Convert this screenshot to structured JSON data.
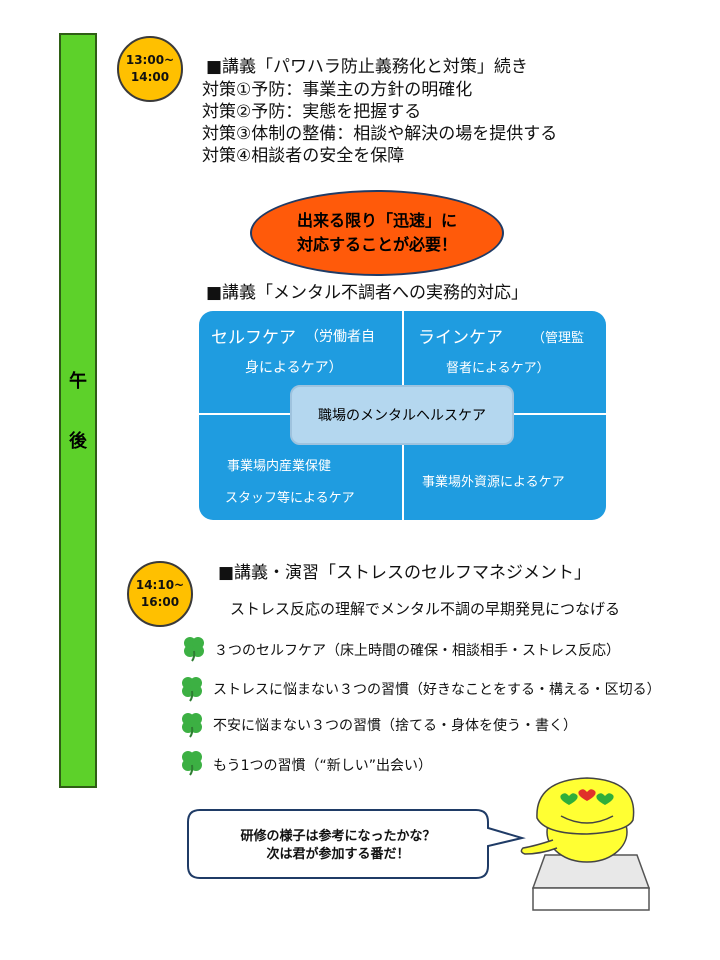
{
  "sidebar": {
    "chars": [
      "午",
      "後"
    ]
  },
  "session1": {
    "time": [
      "13:00~",
      "14:00"
    ],
    "lines": [
      "■講義「パワハラ防止義務化と対策」続き",
      "対策①予防：事業主の方針の明確化",
      "対策②予防：実態を把握する",
      "対策③体制の整備：相談や解決の場を提供する",
      "対策④相談者の安全を保障"
    ],
    "callout": [
      "出来る限り「迅速」に",
      "対応することが必要！"
    ]
  },
  "session2": {
    "title": "■講義「メンタル不調者への実務的対応」",
    "diagram": {
      "self_care": {
        "title": "セルフケア",
        "paren_a": "（労働者自",
        "paren_b": "身によるケア）"
      },
      "line_care": {
        "title": "ラインケア",
        "paren_a": "（管理監",
        "paren_b": "督者によるケア）"
      },
      "staff_care": {
        "line_a": "事業場内産業保健",
        "line_b": "スタッフ等によるケア"
      },
      "external_care": "事業場外資源によるケア",
      "center": "職場のメンタルヘルスケア"
    }
  },
  "session3": {
    "time": [
      "14:10~",
      "16:00"
    ],
    "title": "■講義・演習「ストレスのセルフマネジメント」",
    "subtitle": "ストレス反応の理解でメンタル不調の早期発見につなげる",
    "items": [
      "３つのセルフケア（床上時間の確保・相談相手・ストレス反応）",
      "ストレスに悩まない３つの習慣（好きなことをする・構える・区切る）",
      "不安に悩まない３つの習慣（捨てる・身体を使う・書く）",
      "もう1つの習慣（“新しい”出会い）"
    ],
    "item_icon": "four-leaf-clover-icon"
  },
  "speech": {
    "lines": [
      "研修の様子は参考になったかな？",
      "次は君が参加する番だ！"
    ]
  },
  "mascot": {
    "icon": "yellow-mascot-with-heart-eyes"
  },
  "colors": {
    "sidebar": "#5dd12a",
    "badge": "#ffc000",
    "oval": "#ff5a0a",
    "diagram": "#1f9ce0",
    "center_box": "#b4d7ef",
    "clover": "#3cb043"
  }
}
